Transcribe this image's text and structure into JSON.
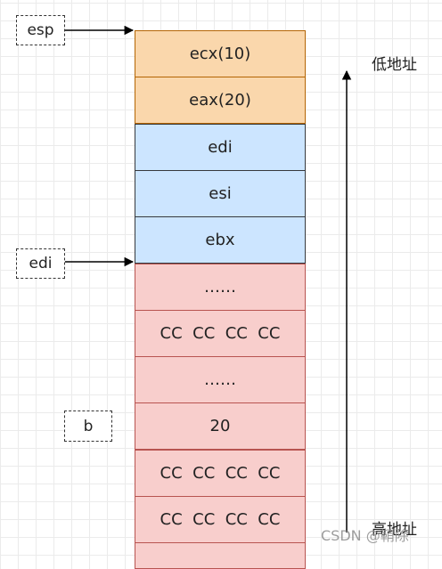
{
  "stack": {
    "ecx": "ecx(10)",
    "eax": "eax(20)",
    "edi": "edi",
    "esi": "esi",
    "ebx": "ebx",
    "frame": [
      "……",
      "CC  CC  CC  CC",
      "……",
      "20",
      "CC  CC  CC  CC",
      "CC  CC  CC  CC",
      ""
    ]
  },
  "pointers": {
    "esp": "esp",
    "edi": "edi",
    "b": "b"
  },
  "addresses": {
    "low": "低地址",
    "high": "高地址"
  },
  "watermark": "CSDN @鞘除",
  "colors": {
    "saved_regs_fill": "#fad7ac",
    "saved_regs_stroke": "#b46504",
    "callee_regs_fill": "#cce5ff",
    "frame_fill": "#f8cecc",
    "frame_stroke": "#b85450"
  }
}
